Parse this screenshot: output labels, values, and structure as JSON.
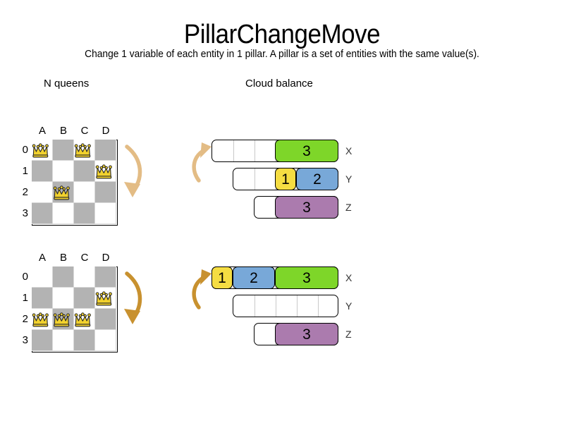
{
  "page": {
    "title": "PillarChangeMove",
    "subtitle": "Change 1 variable of each entity in 1 pillar. A pillar is a set of entities with the same value(s)."
  },
  "sections": {
    "nqueens_label": "N queens",
    "cloud_label": "Cloud balance"
  },
  "colors": {
    "green": "#7ed629",
    "blue": "#78a8d8",
    "yellow": "#f5dd42",
    "purple": "#ab7bae",
    "board_dark": "#b3b3b3",
    "board_light": "#ffffff",
    "arrow_top": "#e3bc85",
    "arrow_bottom": "#c8912f",
    "queen_fill": "#f2d22e"
  },
  "board": {
    "columns": [
      "A",
      "B",
      "C",
      "D"
    ],
    "rows": [
      "0",
      "1",
      "2",
      "3"
    ],
    "before": {
      "queens": [
        {
          "col": "A",
          "row": "0"
        },
        {
          "col": "C",
          "row": "0"
        },
        {
          "col": "D",
          "row": "1"
        },
        {
          "col": "B",
          "row": "2"
        }
      ]
    },
    "after": {
      "queens": [
        {
          "col": "D",
          "row": "1"
        },
        {
          "col": "A",
          "row": "2"
        },
        {
          "col": "B",
          "row": "2"
        },
        {
          "col": "C",
          "row": "2"
        }
      ]
    }
  },
  "cloud": {
    "before": {
      "rows": [
        {
          "tag": "X",
          "cells": 6,
          "segments": [
            {
              "label": "3",
              "span": 3,
              "offset": 3,
              "color": "#7ed629"
            }
          ]
        },
        {
          "tag": "Y",
          "cells": 5,
          "segments": [
            {
              "label": "1",
              "span": 1,
              "offset": 2,
              "color": "#f5dd42"
            },
            {
              "label": "2",
              "span": 2,
              "offset": 3,
              "color": "#78a8d8"
            }
          ]
        },
        {
          "tag": "Z",
          "cells": 4,
          "segments": [
            {
              "label": "3",
              "span": 3,
              "offset": 1,
              "color": "#ab7bae"
            }
          ]
        }
      ]
    },
    "after": {
      "rows": [
        {
          "tag": "X",
          "cells": 6,
          "segments": [
            {
              "label": "1",
              "span": 1,
              "offset": 0,
              "color": "#f5dd42"
            },
            {
              "label": "2",
              "span": 2,
              "offset": 1,
              "color": "#78a8d8"
            },
            {
              "label": "3",
              "span": 3,
              "offset": 3,
              "color": "#7ed629"
            }
          ]
        },
        {
          "tag": "Y",
          "cells": 5,
          "segments": []
        },
        {
          "tag": "Z",
          "cells": 4,
          "segments": [
            {
              "label": "3",
              "span": 3,
              "offset": 1,
              "color": "#ab7bae"
            }
          ]
        }
      ]
    }
  },
  "arrows": {
    "board_top": "curved-down-arrow",
    "board_bottom": "curved-down-arrow",
    "cloud_top": "curved-up-arrow",
    "cloud_bottom": "curved-up-arrow"
  }
}
